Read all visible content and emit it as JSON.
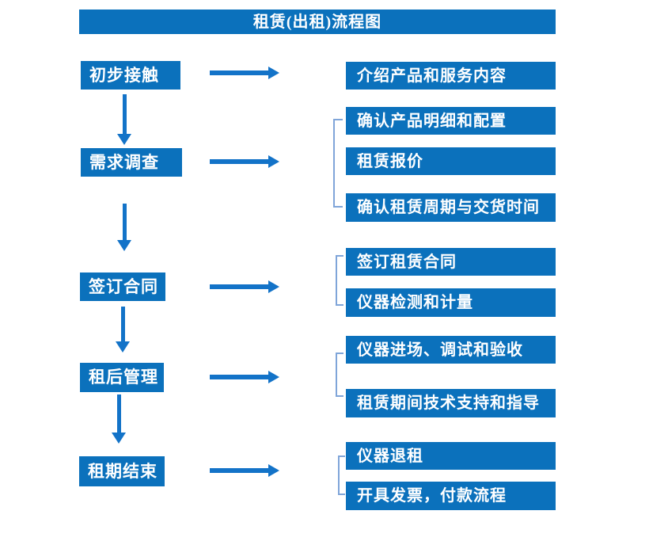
{
  "title": "租赁(出租)流程图",
  "colors": {
    "box_blue": "#0b71bc",
    "arrow_blue": "#1373c8",
    "bracket_blue": "#7fa5d9",
    "text_white": "#ffffff",
    "background": "#ffffff"
  },
  "groups": [
    {
      "step": "初步接触",
      "outputs": [
        "介绍产品和服务内容"
      ]
    },
    {
      "step": "需求调查",
      "outputs": [
        "确认产品明细和配置",
        "租赁报价",
        "确认租赁周期与交货时间"
      ]
    },
    {
      "step": "签订合同",
      "outputs": [
        "签订租赁合同",
        "仪器检测和计量"
      ]
    },
    {
      "step": "租后管理",
      "outputs": [
        "仪器进场、调试和验收",
        "租赁期间技术支持和指导"
      ]
    },
    {
      "step": "租期结束",
      "outputs": [
        "仪器退租",
        "开具发票，付款流程"
      ]
    }
  ]
}
